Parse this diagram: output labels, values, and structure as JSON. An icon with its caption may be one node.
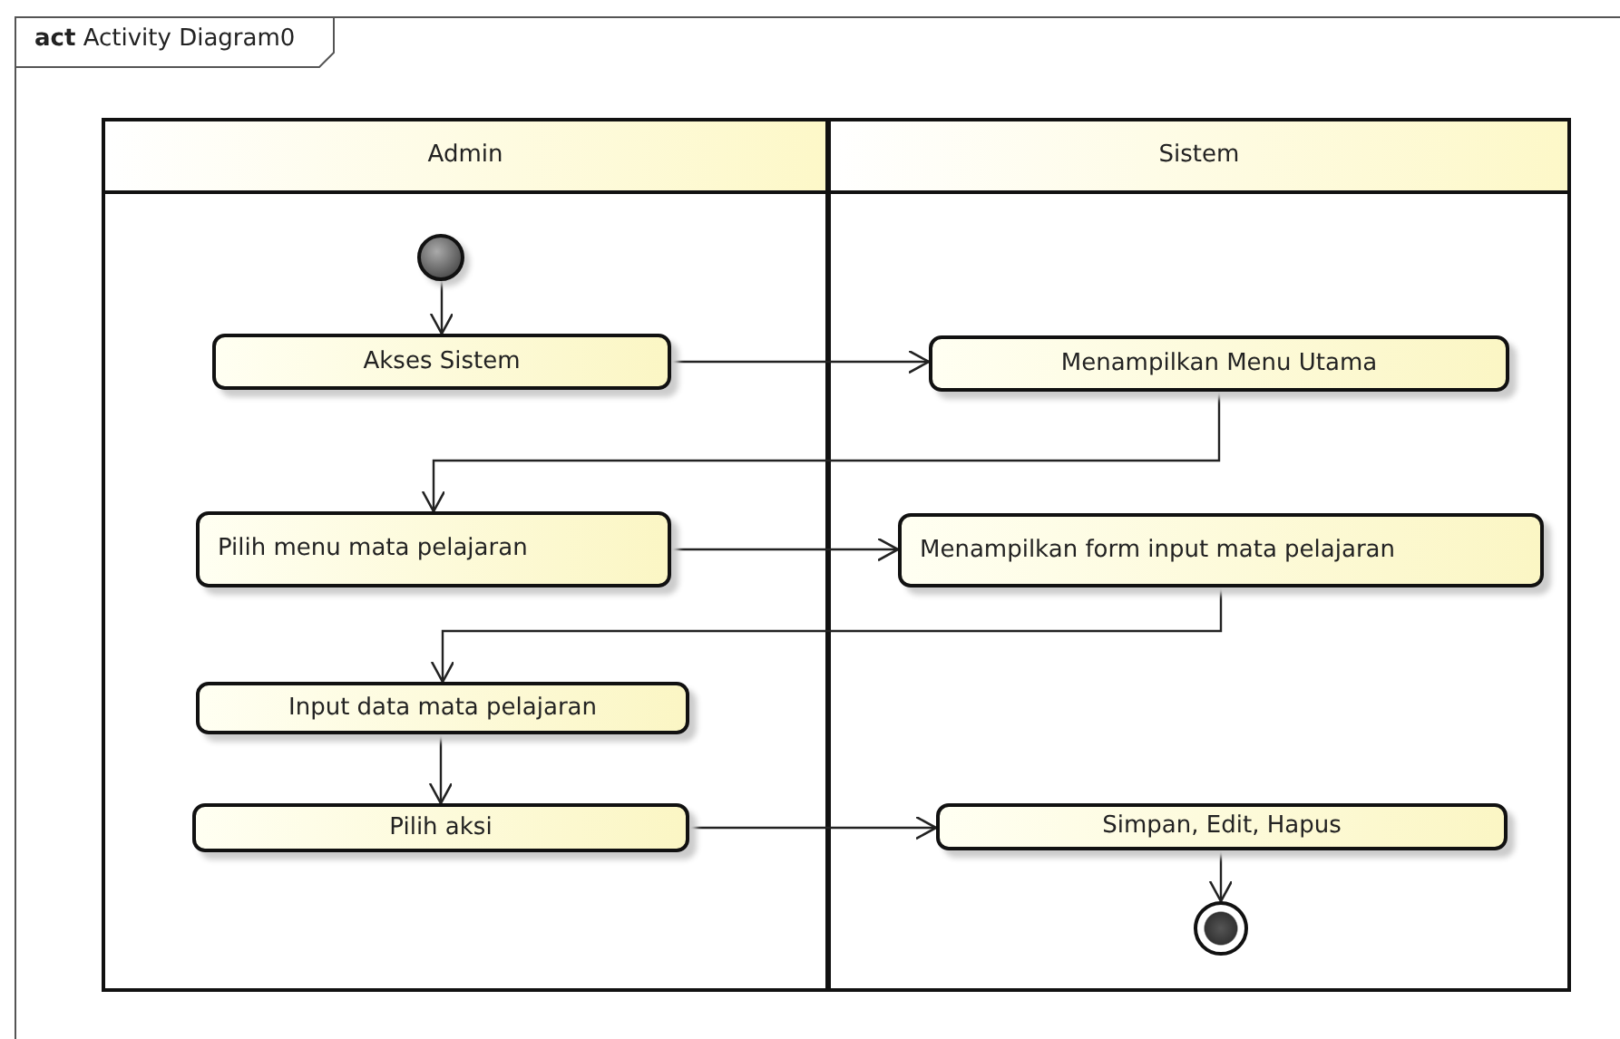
{
  "diagram": {
    "nodes": [
      {
        "text": [
          "**act** Activity Diagram0"
        ]
      },
      {
        "text": [
          "Admin"
        ],
        "in": 0
      },
      {
        "text": [
          "Sistem"
        ],
        "in": 0
      },
      {
        "text": [],
        "shape": "circle",
        "in": 1
      },
      {
        "text": [
          "Akses Sistem"
        ],
        "in": 1
      },
      {
        "text": [
          "Menampilkan Menu Utama"
        ],
        "in": 2
      },
      {
        "text": [
          "Pilih menu mata pelajaran"
        ],
        "in": 1
      },
      {
        "text": [
          "Menampilkan form input mata pelajaran"
        ],
        "in": 2
      },
      {
        "text": [
          "Input data mata pelajaran"
        ],
        "in": 1
      },
      {
        "text": [
          "Pilih aksi"
        ],
        "in": 1
      },
      {
        "text": [
          "Simpan, Edit, Hapus"
        ],
        "in": 2
      },
      {
        "text": [],
        "shape": "circle",
        "in": 2
      }
    ],
    "edges": [
      {
        "from": 3,
        "to": 4,
        "arrow": "to"
      },
      {
        "from": 4,
        "to": 5,
        "arrow": "to"
      },
      {
        "from": 5,
        "to": 6,
        "arrow": "to"
      },
      {
        "from": 6,
        "to": 7,
        "arrow": "to"
      },
      {
        "from": 7,
        "to": 8,
        "arrow": "to"
      },
      {
        "from": 8,
        "to": 9,
        "arrow": "to"
      },
      {
        "from": 9,
        "to": 10,
        "arrow": "to"
      },
      {
        "from": 10,
        "to": 11,
        "arrow": "to"
      }
    ]
  }
}
